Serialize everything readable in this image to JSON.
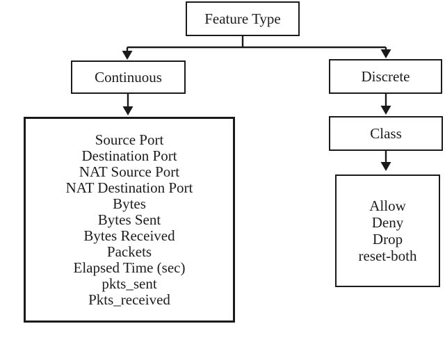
{
  "nodes": {
    "feature_type": "Feature Type",
    "continuous": "Continuous",
    "discrete": "Discrete",
    "class": "Class"
  },
  "continuous_features": [
    "Source Port",
    "Destination Port",
    "NAT Source Port",
    "NAT Destination Port",
    "Bytes",
    "Bytes Sent",
    "Bytes Received",
    "Packets",
    "Elapsed Time (sec)",
    "pkts_sent",
    "Pkts_received"
  ],
  "class_values": [
    "Allow",
    "Deny",
    "Drop",
    "reset-both"
  ],
  "colors": {
    "line": "#1a1a1a",
    "background": "#ffffff",
    "box_border": "#1a1a1a",
    "box_fill": "#ffffff",
    "text": "#1c1c1c"
  }
}
